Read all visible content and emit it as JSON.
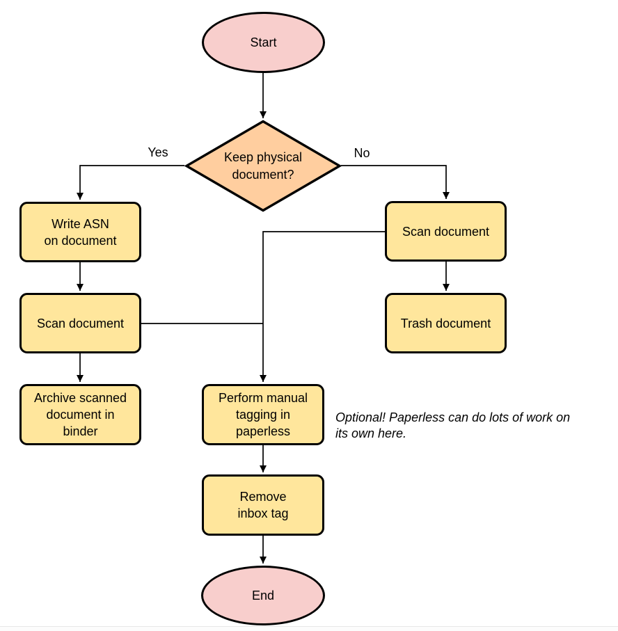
{
  "palette": {
    "pink": "#F8CECC",
    "orange": "#FFCE9F",
    "yellow": "#FFE69C",
    "stroke": "#000000",
    "line": "#000000",
    "text": "#000000"
  },
  "nodes": {
    "start": "Start",
    "decision": "Keep physical\ndocument?",
    "write_asn": "Write ASN\non document",
    "scan_left": "Scan document",
    "archive": "Archive scanned\ndocument in\nbinder",
    "scan_right": "Scan document",
    "trash": "Trash document",
    "tagging": "Perform manual\ntagging in\npaperless",
    "remove_inbox": "Remove\ninbox tag",
    "end": "End"
  },
  "edge_labels": {
    "yes": "Yes",
    "no": "No"
  },
  "annotation": "Optional! Paperless can do lots of work on\nits own here."
}
